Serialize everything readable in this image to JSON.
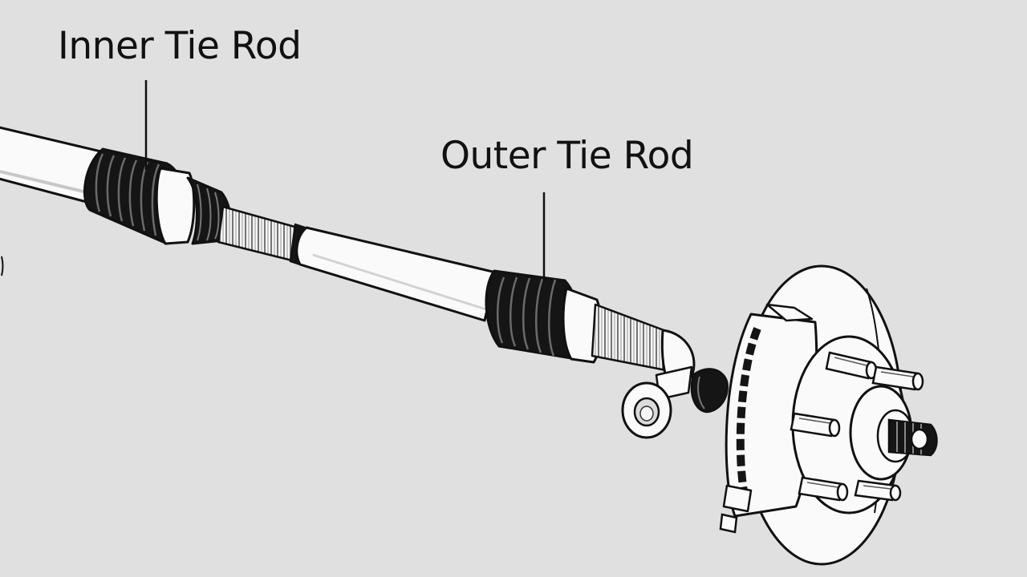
{
  "labels": {
    "inner_tie_rod": "Inner Tie Rod",
    "outer_tie_rod": "Outer Tie Rod"
  },
  "colors": {
    "background": "#dfe0df",
    "outline": "#111111",
    "part_fill": "#fafafa",
    "boot_fill": "#151515"
  },
  "parts": [
    "rack-tube",
    "inner-boot",
    "shaft",
    "outer-boot",
    "tie-rod-end",
    "brake-caliper",
    "brake-rotor",
    "wheel-hub",
    "wheel-studs"
  ]
}
